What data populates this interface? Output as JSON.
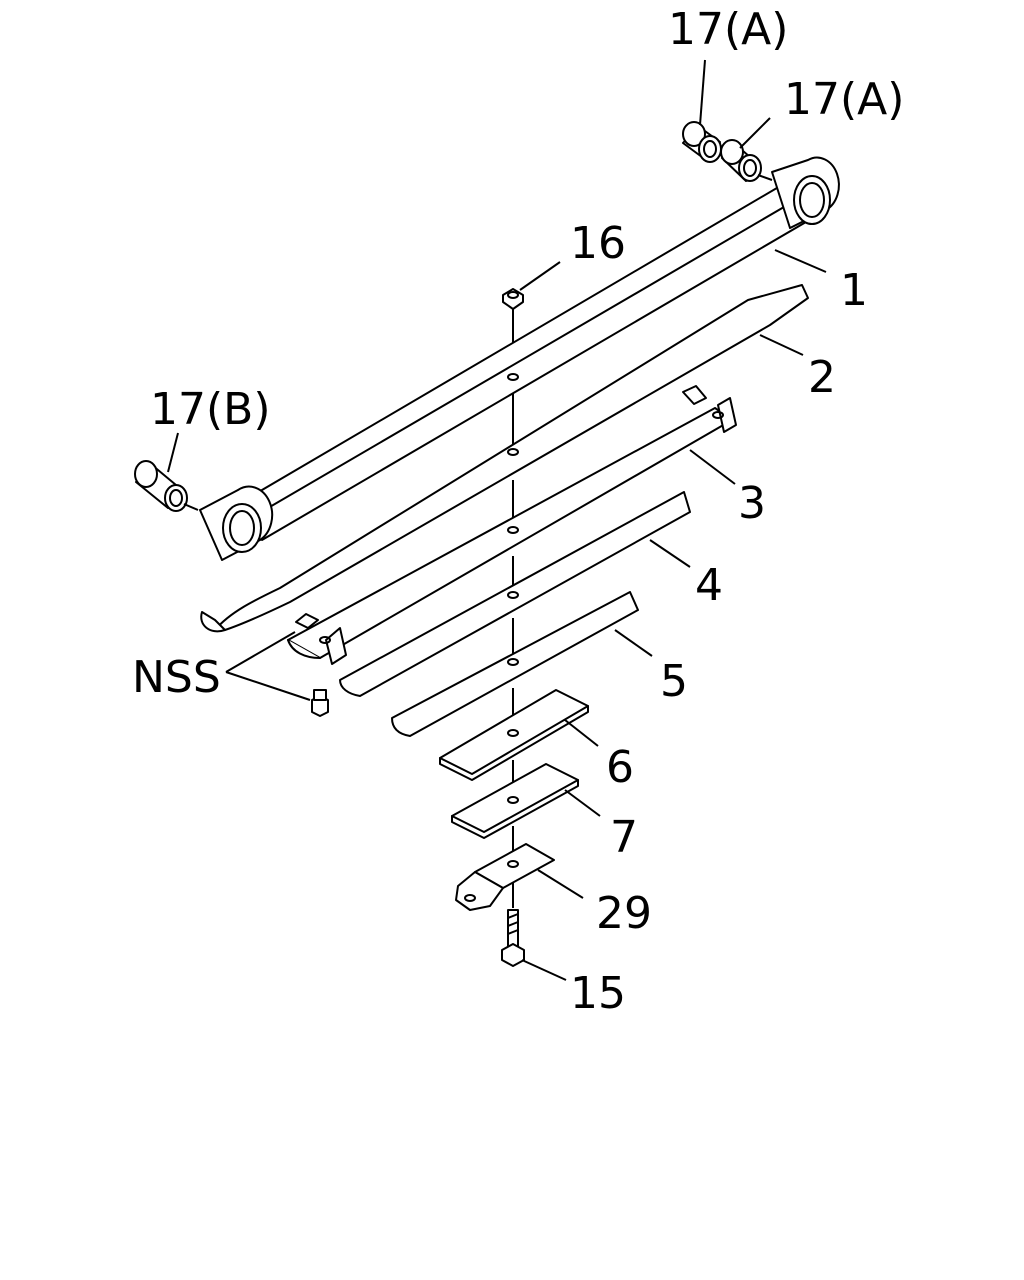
{
  "callouts": {
    "c17a_top": "17(A)",
    "c17a_second": "17(A)",
    "c16": "16",
    "c1": "1",
    "c2": "2",
    "c17b": "17(B)",
    "c3": "3",
    "c4": "4",
    "c5": "5",
    "nss": "NSS",
    "c6": "6",
    "c7": "7",
    "c29": "29",
    "c15": "15"
  }
}
